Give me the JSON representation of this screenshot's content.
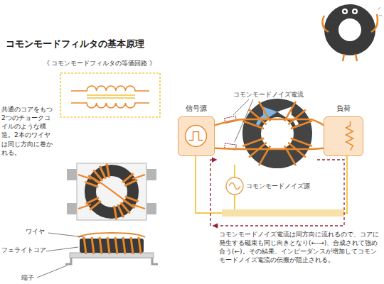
{
  "diagram": {
    "title": "コモンモードフィルタの基本原理",
    "nodes": [
      {
        "text": [
          "信号源"
        ]
      },
      {
        "text": [
          "負荷"
        ]
      }
    ],
    "edges": [
      {
        "from": 0,
        "to": 1,
        "arrow": "none"
      },
      {
        "from": 0,
        "to": 1,
        "arrow": "none"
      }
    ],
    "labels": [
      "《 コモンモードフィルタの等価回路 》",
      "共通のコアをもつ2つのチョークコイルのような構造。2本のワイヤは同じ方向に巻かれる。",
      "ワイヤ",
      "フェライトコア",
      "端子",
      "コモンモードノイズ電流",
      "コモンモードノイズ源",
      "コモンモードノイズ電流は同方向に流れるので、コアに発生する磁束も同じ向きとなり(←-→)、合成されて強め合う(←)。その結果、インピーダンスが増加してコモンモードノイズ電流の伝搬が阻止される。"
    ]
  }
}
